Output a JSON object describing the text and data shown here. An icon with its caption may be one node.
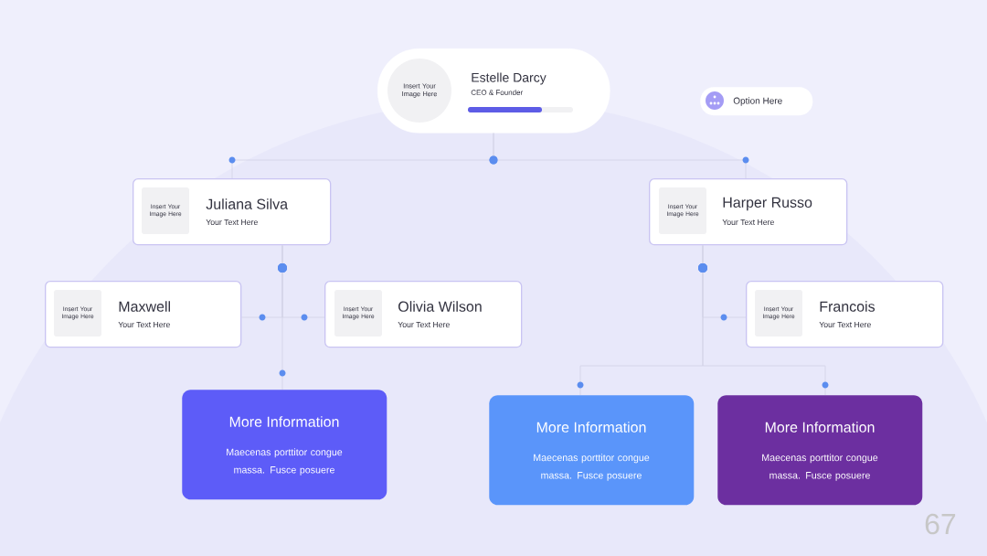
{
  "diagram": {
    "nodes": [
      {
        "text": [
          "Estelle Darcy",
          "CEO & Founder"
        ]
      },
      {
        "text": [
          "Insert Your Image Here"
        ],
        "in": 0
      },
      {
        "text": [
          "Option Here"
        ]
      },
      {
        "text": [
          "Juliana Silva",
          "Your Text Here"
        ]
      },
      {
        "text": [
          "Insert Your Image Here"
        ],
        "in": 3
      },
      {
        "text": [
          "Harper Russo",
          "Your Text Here"
        ]
      },
      {
        "text": [
          "Insert Your Image Here"
        ],
        "in": 5
      },
      {
        "text": [
          "Maxwell",
          "Your Text Here"
        ]
      },
      {
        "text": [
          "Insert Your Image Here"
        ],
        "in": 7
      },
      {
        "text": [
          "Olivia Wilson",
          "Your Text Here"
        ]
      },
      {
        "text": [
          "Insert Your Image Here"
        ],
        "in": 9
      },
      {
        "text": [
          "Francois",
          "Your Text Here"
        ]
      },
      {
        "text": [
          "Insert Your Image Here"
        ],
        "in": 11
      },
      {
        "text": [
          "More Information",
          "Maecenas porttitor congue massa. Fusce posuere"
        ]
      },
      {
        "text": [
          "More Information",
          "Maecenas porttitor congue massa. Fusce posuere"
        ]
      },
      {
        "text": [
          "More Information",
          "Maecenas porttitor congue massa. Fusce posuere"
        ]
      }
    ],
    "edges": [
      {
        "from": 0,
        "to": 3,
        "arrow": "none"
      },
      {
        "from": 0,
        "to": 5,
        "arrow": "none"
      },
      {
        "from": 3,
        "to": 7,
        "arrow": "none"
      },
      {
        "from": 3,
        "to": 9,
        "arrow": "none"
      },
      {
        "from": 3,
        "to": 13,
        "arrow": "none"
      },
      {
        "from": 5,
        "to": 11,
        "arrow": "none"
      },
      {
        "from": 5,
        "to": 14,
        "arrow": "none"
      },
      {
        "from": 5,
        "to": 15,
        "arrow": "none"
      }
    ],
    "labels": [
      "67"
    ]
  }
}
